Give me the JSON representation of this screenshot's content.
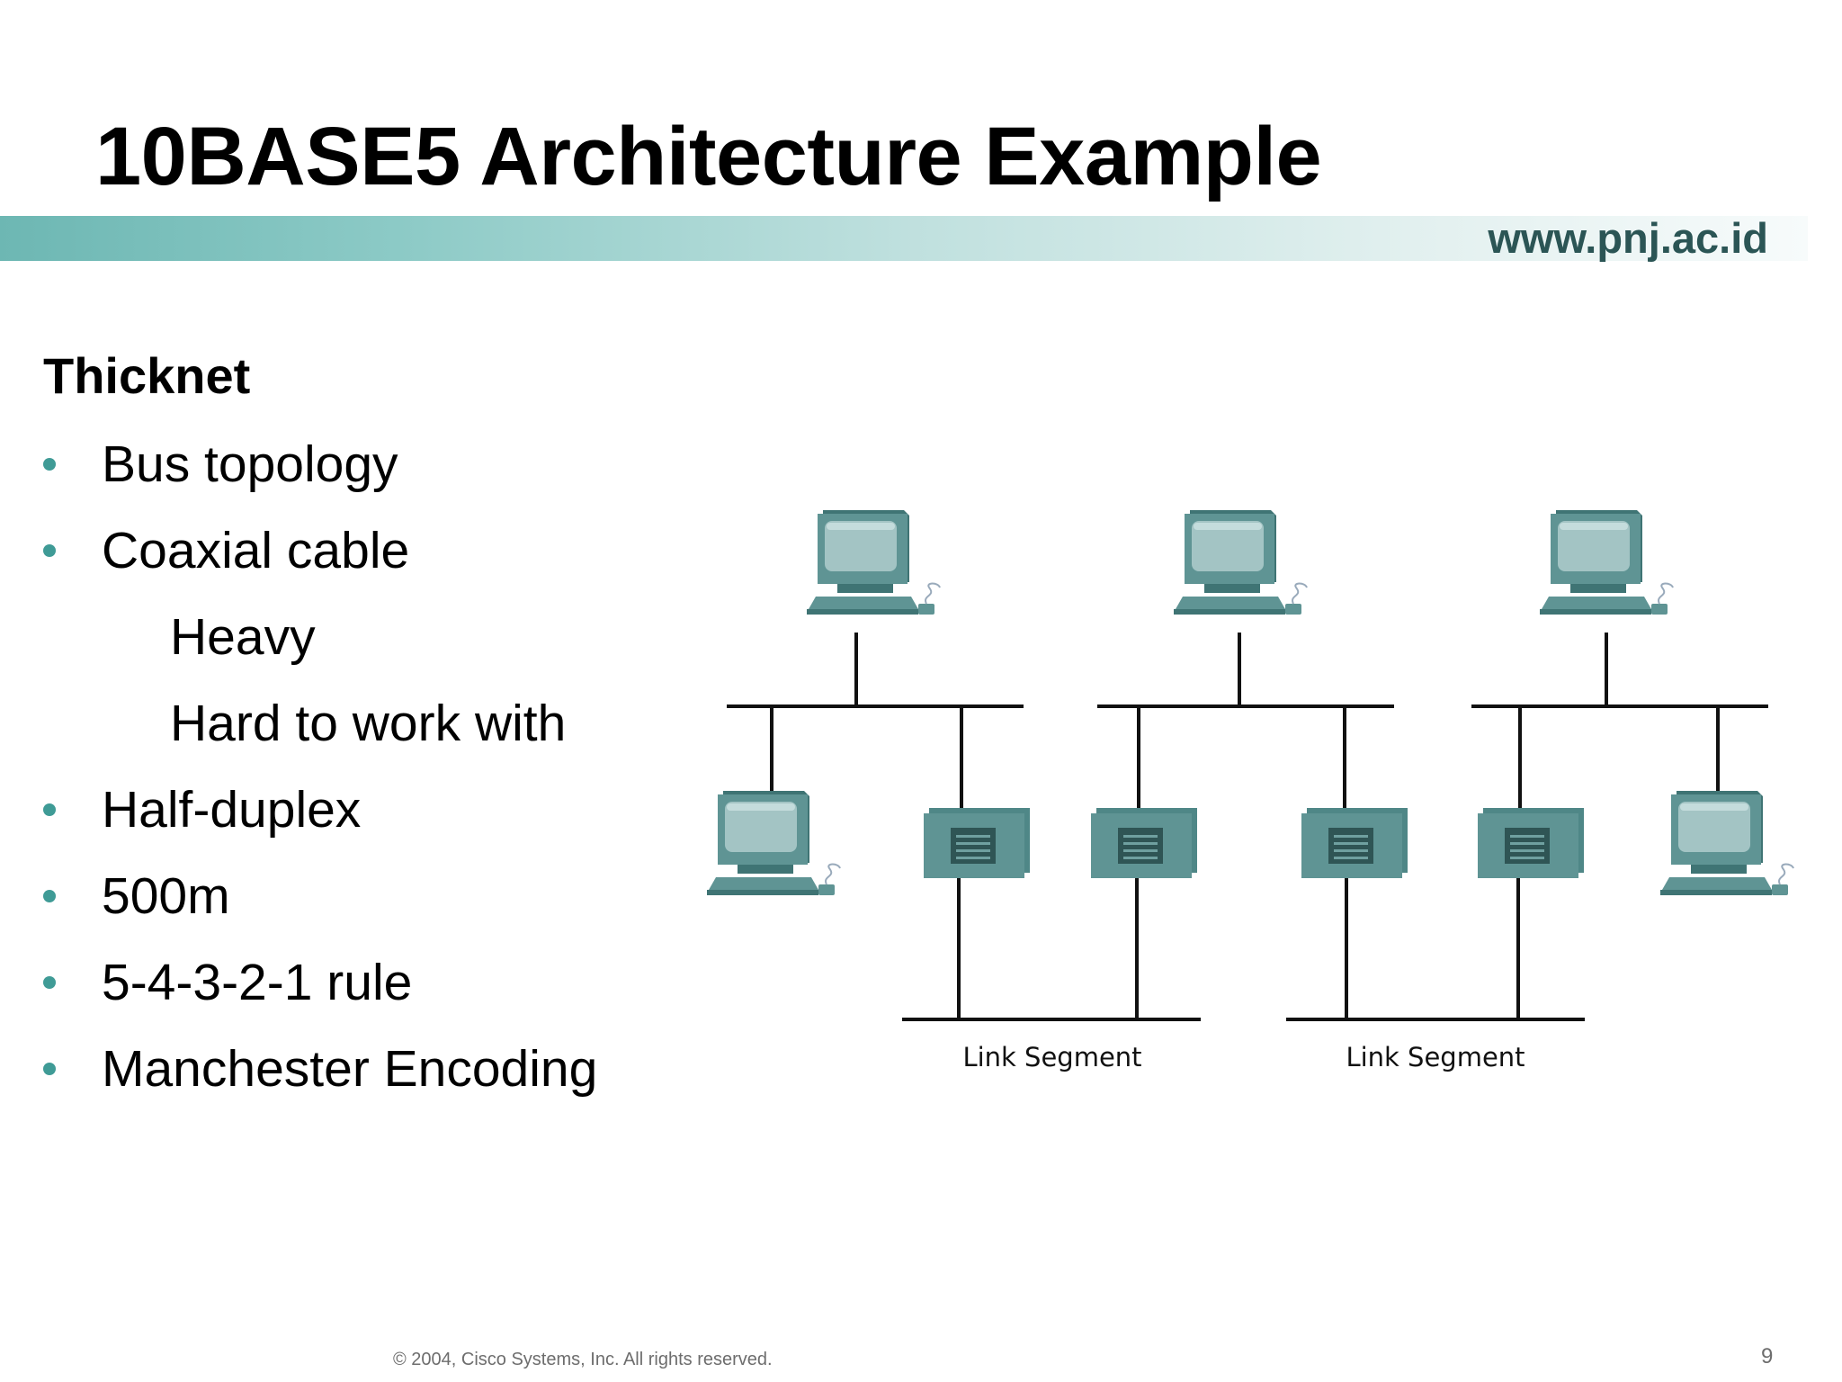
{
  "slide": {
    "title": "10BASE5 Architecture Example",
    "url": "www.pnj.ac.id",
    "heading": "Thicknet",
    "bullets": [
      {
        "text": "Bus topology",
        "level": 1
      },
      {
        "text": "Coaxial cable",
        "level": 1
      },
      {
        "text": "Heavy",
        "level": 2
      },
      {
        "text": "Hard to work with",
        "level": 2
      },
      {
        "text": "Half-duplex",
        "level": 1
      },
      {
        "text": "500m",
        "level": 1
      },
      {
        "text": "5-4-3-2-1 rule",
        "level": 1
      },
      {
        "text": "Manchester Encoding",
        "level": 1
      }
    ],
    "footer": "© 2004, Cisco Systems, Inc. All rights reserved.",
    "page_number": "9"
  },
  "diagram": {
    "segment_labels": [
      "Link Segment",
      "Link Segment"
    ],
    "device_icons": [
      "computer-icon",
      "repeater-icon"
    ],
    "colors": {
      "accent": "#3f9b96",
      "device": "#5f9494",
      "screen": "#a3c4c4",
      "url": "#2b5555"
    }
  }
}
